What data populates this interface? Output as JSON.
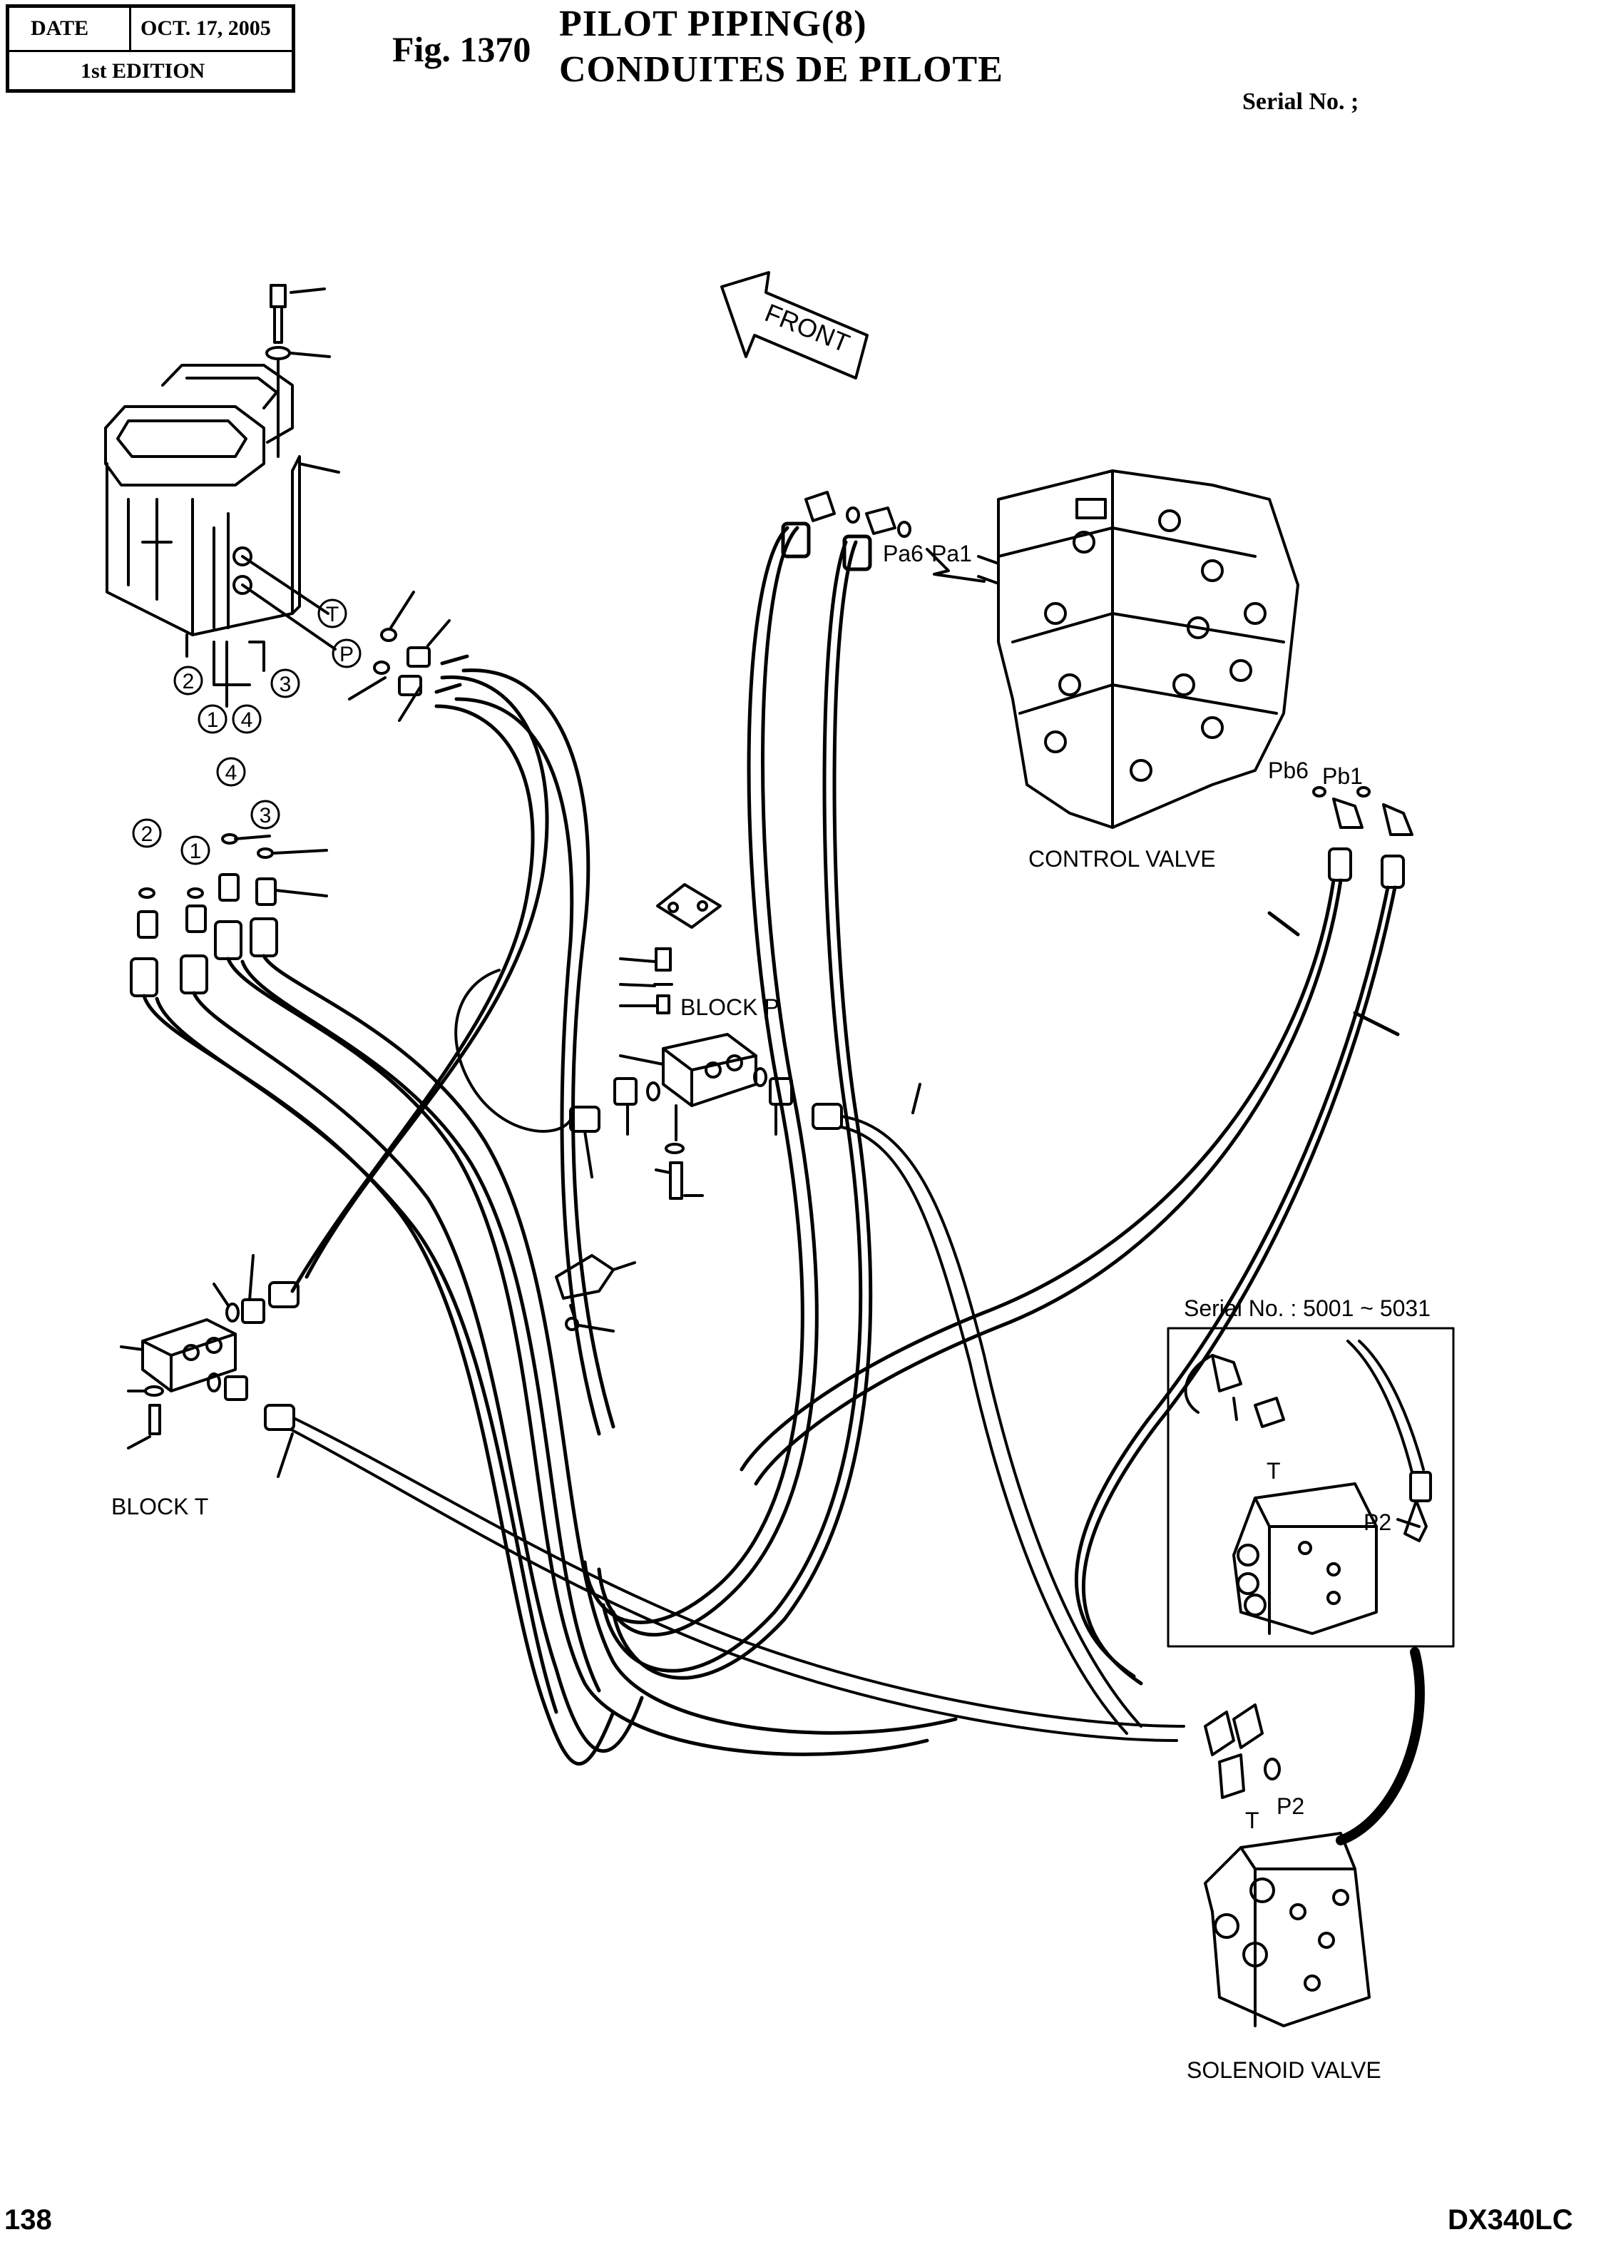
{
  "header": {
    "date_label": "DATE",
    "date_value": "OCT. 17, 2005",
    "edition": "1st EDITION",
    "fig_no": "Fig. 1370",
    "title_en": "PILOT PIPING(8)",
    "title_fr": "CONDUITES DE PILOTE",
    "serial": "Serial No. ;"
  },
  "labels": {
    "front": "FRONT",
    "control_valve": "CONTROL VALVE",
    "block_p": "BLOCK P",
    "block_t": "BLOCK  T",
    "solenoid_valve": "SOLENOID VALVE",
    "inset_serial": "Serial No. : 5001 ~ 5031",
    "pa6": "Pa6",
    "pa1": "Pa1",
    "pb6": "Pb6",
    "pb1": "Pb1",
    "t_main": "T",
    "p2_main": "P2",
    "t_inset": "T",
    "p2_inset": "P2",
    "port_t": "T",
    "port_p": "P"
  },
  "callouts": [
    "1",
    "2",
    "3",
    "4"
  ],
  "footer": {
    "page": "138",
    "model": "DX340LC"
  }
}
